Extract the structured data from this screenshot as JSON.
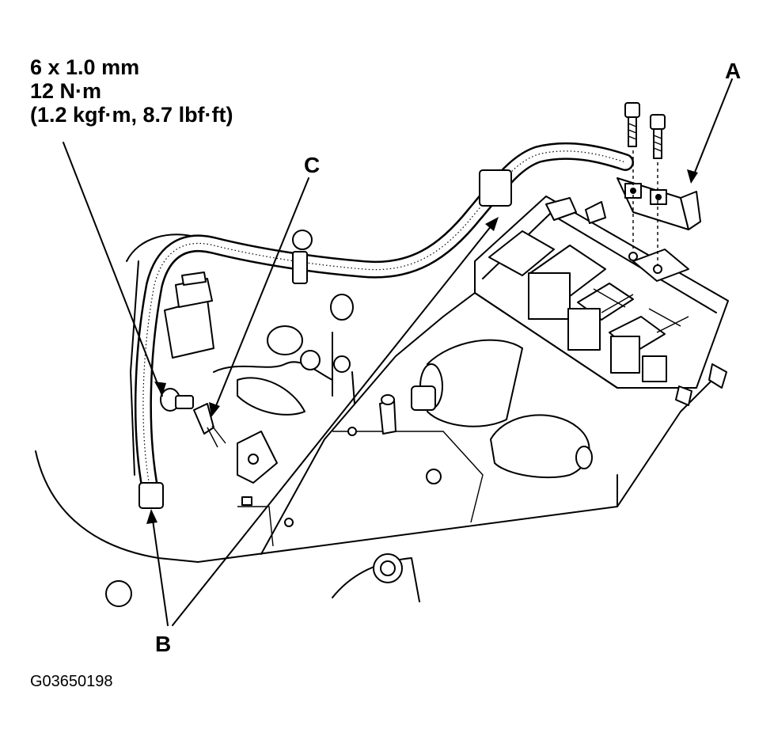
{
  "spec": {
    "line1": "6 x 1.0 mm",
    "line2": "12 N·m",
    "line3": "(1.2 kgf·m, 8.7 lbf·ft)"
  },
  "callouts": {
    "a": "A",
    "b": "B",
    "c": "C"
  },
  "figure_id": "G03650198"
}
